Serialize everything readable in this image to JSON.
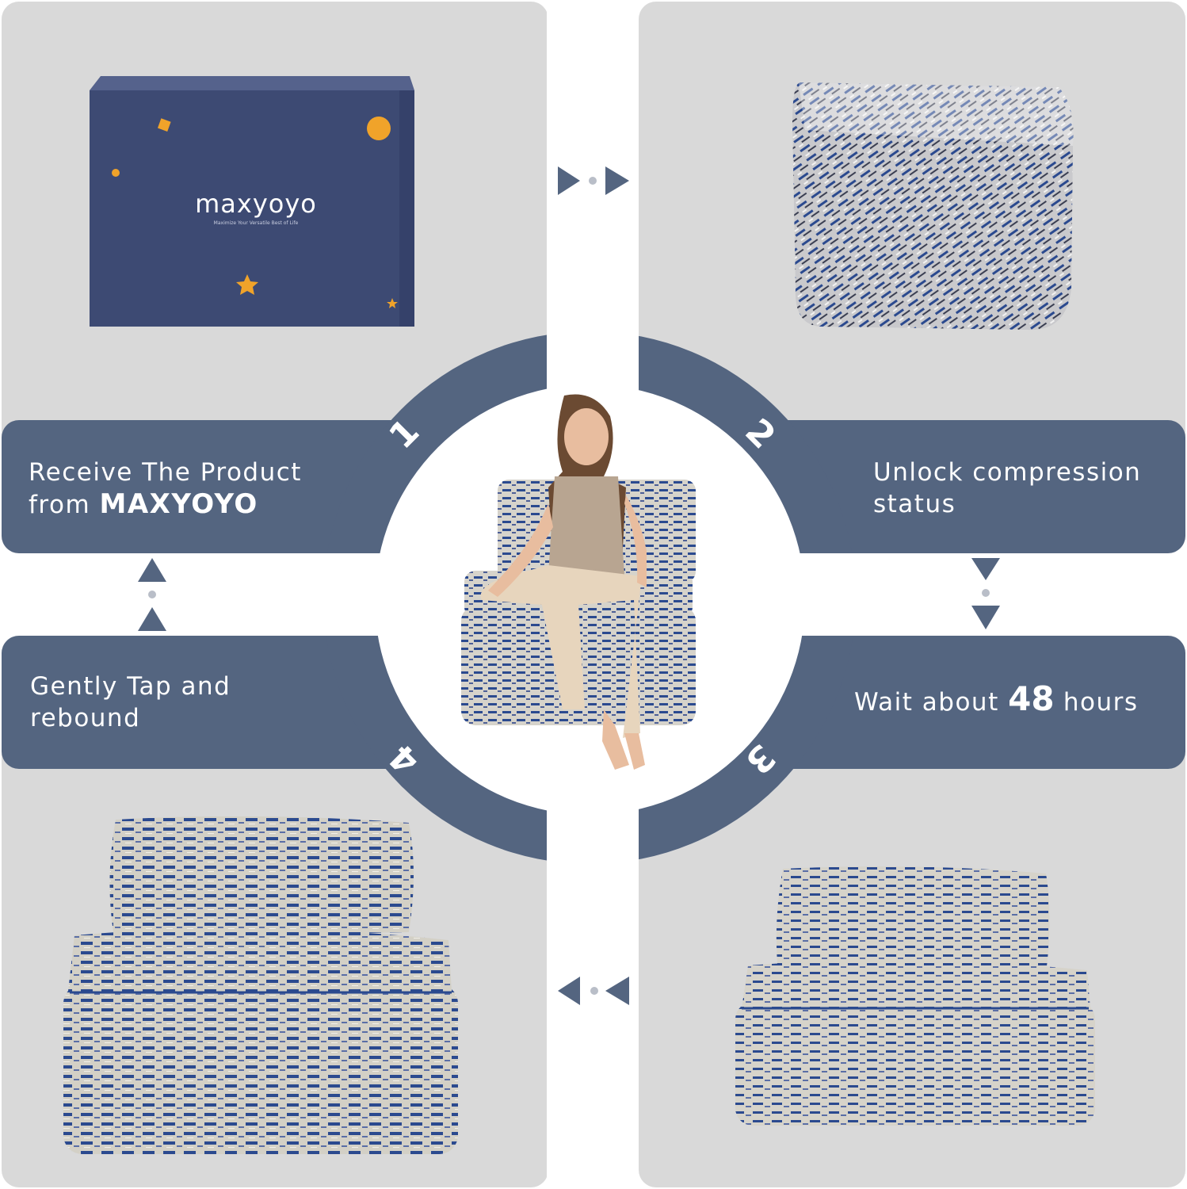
{
  "brand": {
    "name": "MAXYOYO",
    "wordmark": "maxyoyo",
    "tagline": "Maximize Your Versatile Best of Life"
  },
  "steps": [
    {
      "number": "1",
      "line1": "Receive The Product",
      "line2_prefix": "from ",
      "line2_strong": "MAXYOYO"
    },
    {
      "number": "2",
      "line1": "Unlock compression",
      "line2": "status"
    },
    {
      "number": "3",
      "prefix": "Wait about ",
      "strong": "48",
      "suffix": " hours"
    },
    {
      "number": "4",
      "line1": "Gently Tap and",
      "line2": "rebound"
    }
  ],
  "colors": {
    "panel": "#d9d9d9",
    "band": "#546580",
    "box": "#3d4a73",
    "accent": "#f0a32a",
    "fabric_blue": "#2b4a8f",
    "fabric_light": "#d6d3cb"
  }
}
